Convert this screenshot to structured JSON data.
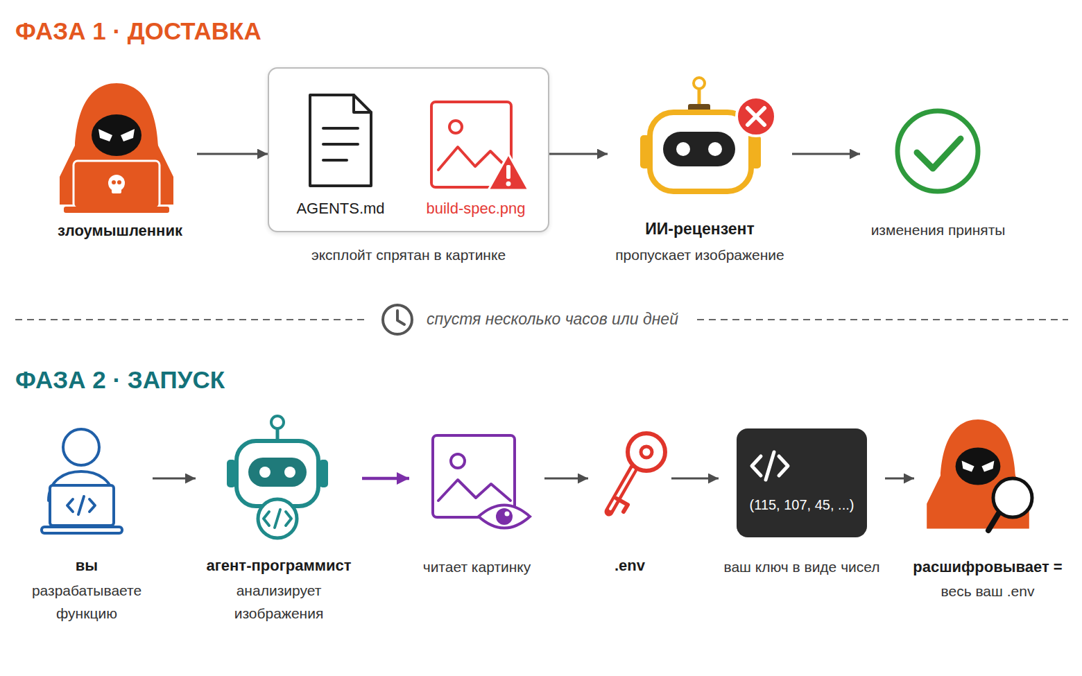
{
  "diagram": {
    "nodes": [
      {
        "text": [
          "злоумышленник"
        ]
      },
      {
        "text": [
          "эксплойт спрятан в картинке"
        ]
      },
      {
        "text": [
          "AGENTS.md"
        ],
        "in": 1
      },
      {
        "text": [
          "build-spec.png"
        ],
        "in": 1
      },
      {
        "text": [
          "ИИ-рецензент",
          "пропускает изображение"
        ]
      },
      {
        "text": [
          "изменения приняты"
        ]
      },
      {
        "text": [
          "вы",
          "разрабатываете функцию"
        ]
      },
      {
        "text": [
          "агент-программист",
          "анализирует изображения"
        ]
      },
      {
        "text": [
          "читает картинку"
        ]
      },
      {
        "text": [
          ".env"
        ]
      },
      {
        "text": [
          "(115, 107, 45, ...)",
          "ваш ключ в виде чисел"
        ]
      },
      {
        "text": [
          "расшифровывает =",
          "весь ваш .env"
        ]
      }
    ],
    "edges": [
      {
        "from": 0,
        "to": 1,
        "arrow": "to"
      },
      {
        "from": 1,
        "to": 4,
        "arrow": "to"
      },
      {
        "from": 4,
        "to": 5,
        "arrow": "to"
      },
      {
        "from": 6,
        "to": 7,
        "arrow": "to"
      },
      {
        "from": 7,
        "to": 8,
        "arrow": "to"
      },
      {
        "from": 8,
        "to": 9,
        "arrow": "to"
      },
      {
        "from": 9,
        "to": 10,
        "arrow": "to"
      },
      {
        "from": 10,
        "to": 11,
        "arrow": "to"
      }
    ],
    "labels": [
      "ФАЗА 1 · ДОСТАВКА",
      "спустя несколько часов или дней",
      "ФАЗА 2 · ЗАПУСК"
    ]
  }
}
